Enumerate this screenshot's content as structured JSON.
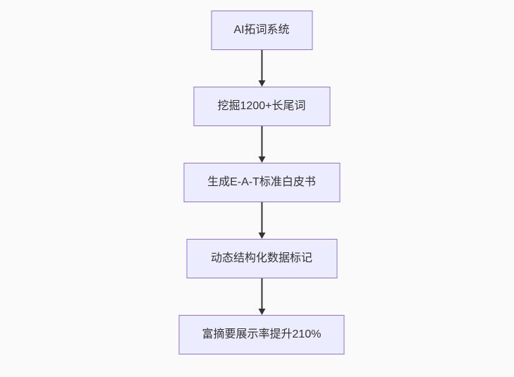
{
  "flowchart": {
    "type": "flowchart",
    "direction": "top-down",
    "nodes": [
      {
        "label": "AI拓词系统"
      },
      {
        "label": "挖掘1200+长尾词"
      },
      {
        "label": "生成E-A-T标准白皮书"
      },
      {
        "label": "动态结构化数据标记"
      },
      {
        "label": "富摘要展示率提升210%"
      }
    ],
    "edges": [
      {
        "from": 0,
        "to": 1
      },
      {
        "from": 1,
        "to": 2
      },
      {
        "from": 2,
        "to": 3
      },
      {
        "from": 3,
        "to": 4
      }
    ],
    "colors": {
      "node_fill": "#ECECFF",
      "node_border": "#9370DB",
      "arrow": "#333333",
      "text": "#333333",
      "background": "#FAFAFA"
    }
  }
}
